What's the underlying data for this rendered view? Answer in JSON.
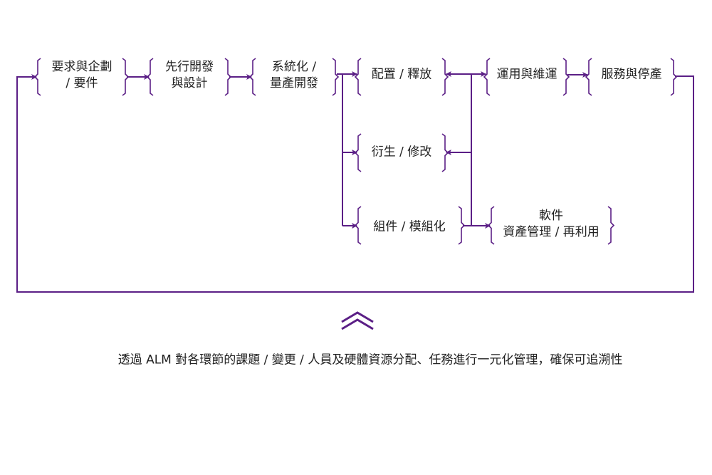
{
  "colors": {
    "accent": "#5b1f86",
    "text": "#222222"
  },
  "stages": {
    "requirements": [
      "要求與企劃",
      "/ 要件"
    ],
    "pre_development": [
      "先行開發",
      "與設計"
    ],
    "systemization": [
      "系統化 /",
      "量產開發"
    ],
    "release": [
      "配置 / 釋放"
    ],
    "derivation": [
      "衍生 / 修改"
    ],
    "modularization": [
      "組件 / 模組化"
    ],
    "operation": [
      "運用與維運"
    ],
    "service_end": [
      "服務與停產"
    ],
    "asset_reuse": [
      "軟件",
      "資產管理 / 再利用"
    ]
  },
  "caption": "透過 ALM 對各環節的課題 / 變更 / 人員及硬體資源分配、任務進行一元化管理，確保可追溯性",
  "icons": {
    "chevron": "double-chevron-up-icon"
  }
}
